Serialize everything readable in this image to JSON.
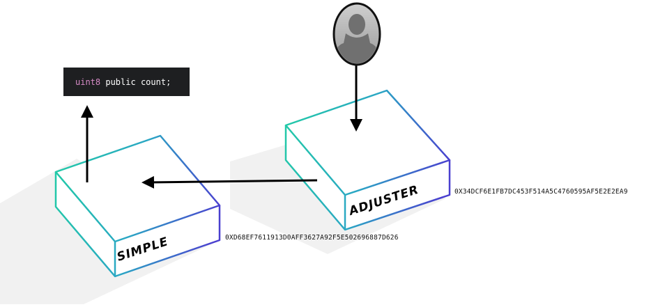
{
  "code_snippet": {
    "type": "uint8",
    "keyword": "public",
    "identifier": "count",
    "terminator": ";"
  },
  "contracts": {
    "simple": {
      "label": "SIMPLE",
      "address": "0XD68EF7611913D0AFF3627A92F5E502696887D626"
    },
    "adjuster": {
      "label": "ADJUSTER",
      "address": "0X34DCF6E1FB7DC453F514A5C4760595AF5E2E2EA9"
    }
  },
  "user": {
    "icon": "user-avatar-icon"
  },
  "colors": {
    "edge_start": "#22c9a8",
    "edge_end": "#4a3fcf",
    "shadow": "#f1f1f1",
    "code_bg": "#1e1f21",
    "code_type": "#d88cc8"
  }
}
